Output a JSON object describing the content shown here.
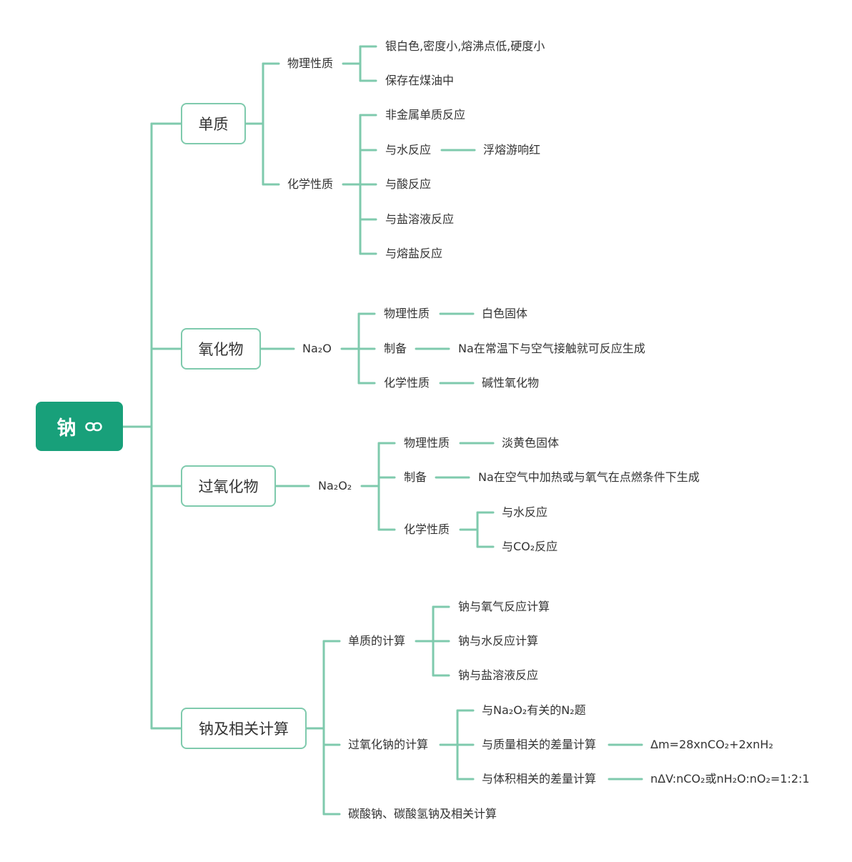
{
  "root": {
    "label": "钠",
    "icon": "link-icon"
  },
  "branches": {
    "simple": {
      "label": "单质",
      "physical": {
        "label": "物理性质",
        "items": [
          "银白色,密度小,熔沸点低,硬度小",
          "保存在煤油中"
        ]
      },
      "chemical": {
        "label": "化学性质",
        "items": [
          "非金属单质反应",
          "与水反应",
          "与酸反应",
          "与盐溶液反应",
          "与熔盐反应"
        ],
        "water_note": "浮熔游响红"
      }
    },
    "oxide": {
      "label": "氧化物",
      "formula": "Na₂O",
      "physical": {
        "label": "物理性质",
        "value": "白色固体"
      },
      "prep": {
        "label": "制备",
        "value": "Na在常温下与空气接触就可反应生成"
      },
      "chemical": {
        "label": "化学性质",
        "value": "碱性氧化物"
      }
    },
    "peroxide": {
      "label": "过氧化物",
      "formula": "Na₂O₂",
      "physical": {
        "label": "物理性质",
        "value": "淡黄色固体"
      },
      "prep": {
        "label": "制备",
        "value": "Na在空气中加热或与氧气在点燃条件下生成"
      },
      "chemical": {
        "label": "化学性质",
        "items": [
          "与水反应",
          "与CO₂反应"
        ]
      }
    },
    "calc": {
      "label": "钠及相关计算",
      "simple_calc": {
        "label": "单质的计算",
        "items": [
          "钠与氧气反应计算",
          "钠与水反应计算",
          "钠与盐溶液反应"
        ]
      },
      "peroxide_calc": {
        "label": "过氧化钠的计算",
        "n2": "与Na₂O₂有关的N₂题",
        "mass": {
          "label": "与质量相关的差量计算",
          "formula": "Δm=28xnCO₂+2xnH₂"
        },
        "volume": {
          "label": "与体积相关的差量计算",
          "formula": "nΔV:nCO₂或nH₂O:nO₂=1:2:1"
        }
      },
      "carbonate": "碳酸钠、碳酸氢钠及相关计算"
    }
  },
  "colors": {
    "line": "#7fcaad",
    "root_bg": "#18a07a",
    "text": "#333333"
  }
}
